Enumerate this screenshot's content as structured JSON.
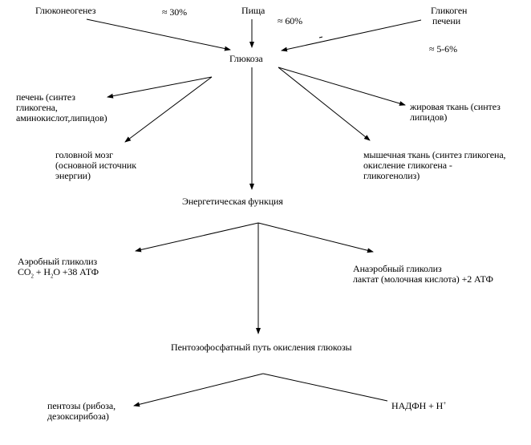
{
  "sources": {
    "gluconeogenesis": "Глюконеогенез",
    "gluconeogenesis_pct": "≈ 30%",
    "food": "Пища",
    "food_pct": "≈ 60%",
    "liver_glycogen_line1": "Гликоген",
    "liver_glycogen_line2": "печени",
    "liver_glycogen_pct": "≈ 5-6%"
  },
  "center": {
    "glucose": "Глюкоза"
  },
  "consumers": {
    "liver_line1": "печень (синтез",
    "liver_line2": "гликогена,",
    "liver_line3": "аминокислот,липидов)",
    "brain_line1": "головной мозг",
    "brain_line2": "(основной источник",
    "brain_line3": "энергии)",
    "adipose_line1": "жировая ткань (синтез",
    "adipose_line2": "липидов)",
    "muscle_line1": "мышечная ткань (синтез гликогена,",
    "muscle_line2": "окисление гликогена -",
    "muscle_line3": "гликогенолиз)"
  },
  "energy": {
    "title": "Энергетическая функция",
    "aerobic_line1": "Аэробный гликолиз",
    "aerobic_co": "CO",
    "aerobic_co_sub": "2",
    "aerobic_plus_h": " + H",
    "aerobic_h_sub": "2",
    "aerobic_tail": "O +38 АТФ",
    "anaerobic_line1": "Анаэробный гликолиз",
    "anaerobic_line2": "лактат (молочная кислота) +2 АТФ"
  },
  "pentose": {
    "title": "Пентозофосфатный путь окисления глюкозы",
    "sugars_line1": "пентозы (рибоза,",
    "sugars_line2": "дезоксирибоза)",
    "nadph": "НАДФН + Н",
    "nadph_sup": "+"
  }
}
